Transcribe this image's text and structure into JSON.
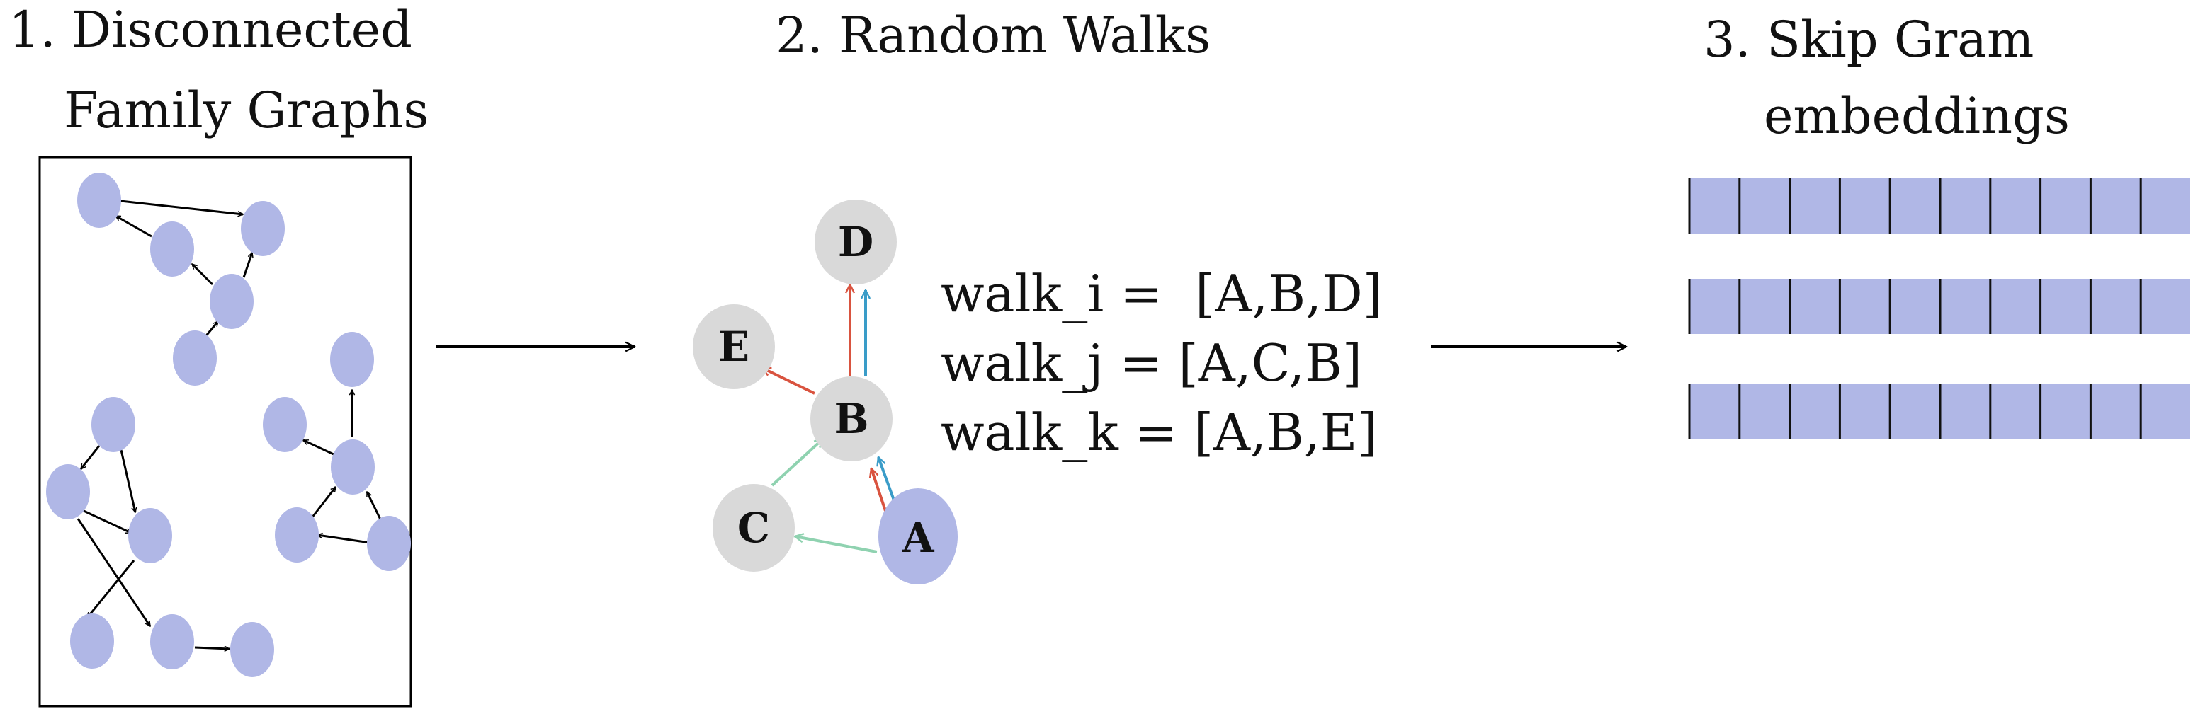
{
  "panels": [
    {
      "title_line1": "1. Disconnected",
      "title_line2": "Family Graphs"
    },
    {
      "title_line1": "2. Random Walks",
      "title_line2": ""
    },
    {
      "title_line1": "3. Skip Gram",
      "title_line2": "embeddings"
    }
  ],
  "walk_graph": {
    "nodes": [
      "D",
      "E",
      "B",
      "C",
      "A"
    ]
  },
  "walks": [
    {
      "name": "walk_i",
      "sequence": "[A,B,D]",
      "text": "walk_i =  [A,B,D]"
    },
    {
      "name": "walk_j",
      "sequence": "[A,C,B]",
      "text": "walk_j = [A,C,B]"
    },
    {
      "name": "walk_k",
      "sequence": "[A,B,E]",
      "text": "walk_k = [A,B,E]"
    }
  ],
  "colors": {
    "family_node": "#b0b7e6",
    "walk_node": "#d9d9d9",
    "walk_start_node": "#b0b7e6",
    "walk_i": "#3a9cc8",
    "walk_j": "#8fd2b0",
    "walk_k": "#d9533f",
    "edge": "#000000",
    "embedding": "#b0b7e6"
  },
  "embeddings": {
    "rows": 3,
    "cells_per_row": 10
  }
}
